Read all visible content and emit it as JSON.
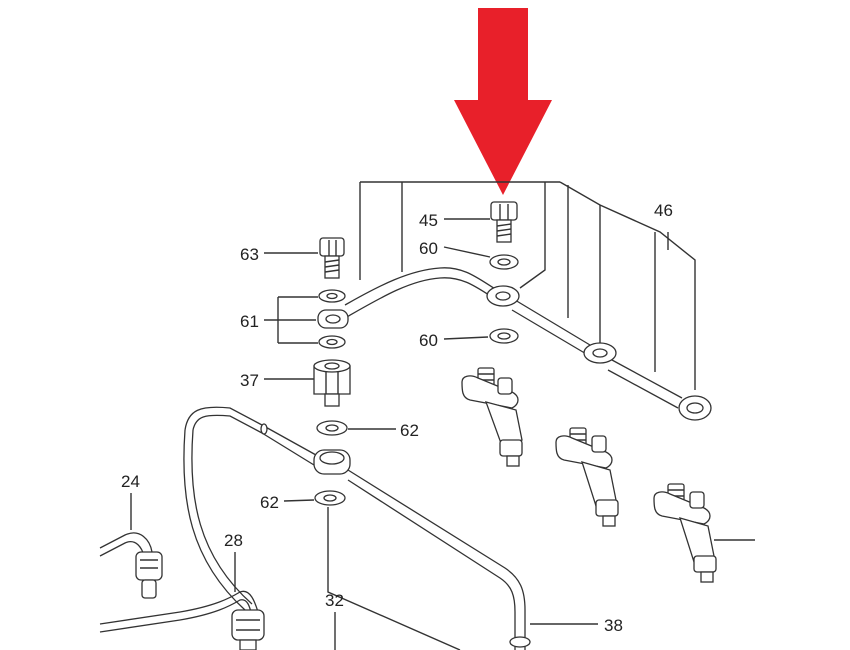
{
  "diagram": {
    "labels": {
      "p45": "45",
      "p60a": "60",
      "p46": "46",
      "p63": "63",
      "p61": "61",
      "p60b": "60",
      "p37": "37",
      "p62a": "62",
      "p62b": "62",
      "p24": "24",
      "p28": "28",
      "p32": "32",
      "p38": "38"
    },
    "colors": {
      "arrow": "#e8202a",
      "line": "#333333"
    }
  }
}
